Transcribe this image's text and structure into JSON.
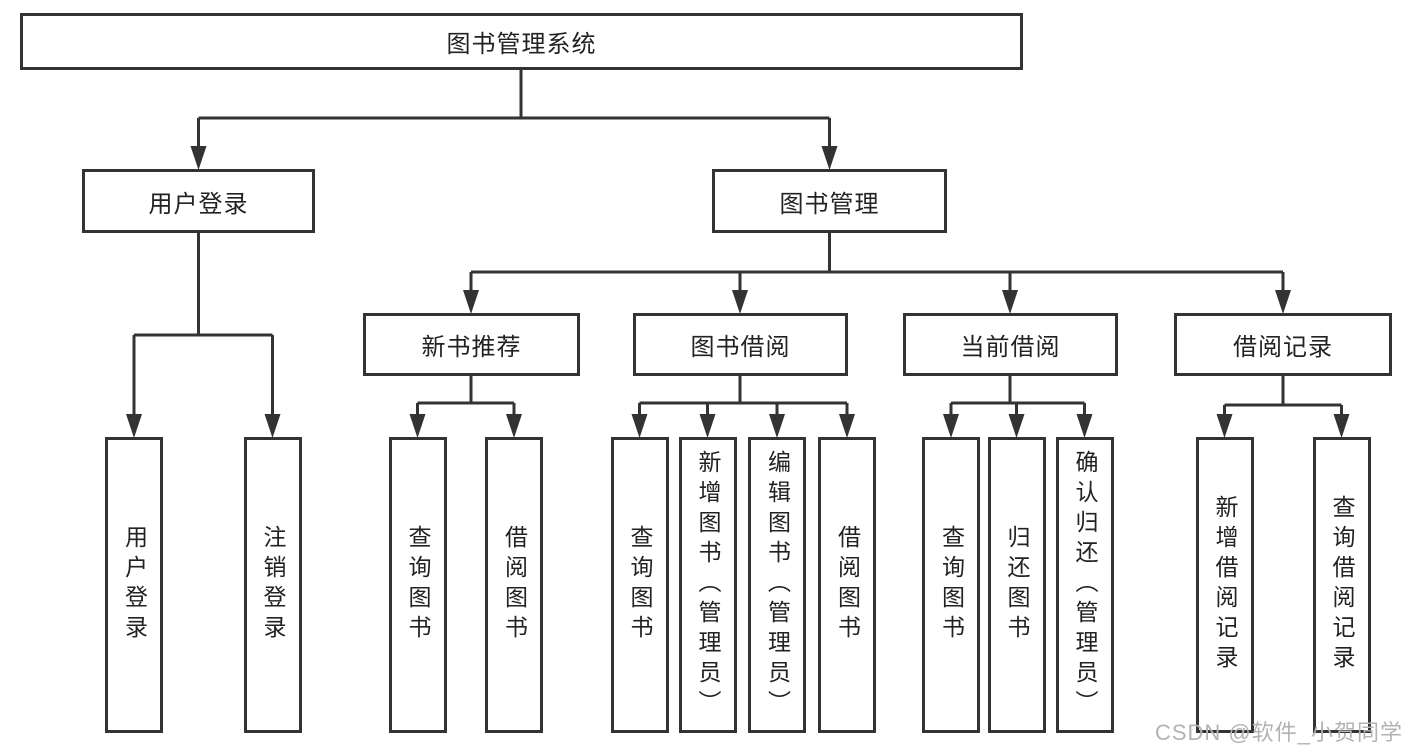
{
  "diagram": {
    "root": {
      "label": "图书管理系统"
    },
    "level2": [
      {
        "label": "用户登录"
      },
      {
        "label": "图书管理"
      }
    ],
    "level3": [
      {
        "label": "新书推荐"
      },
      {
        "label": "图书借阅"
      },
      {
        "label": "当前借阅"
      },
      {
        "label": "借阅记录"
      }
    ],
    "leaves": [
      {
        "label": "用户登录"
      },
      {
        "label": "注销登录"
      },
      {
        "label": "查询图书"
      },
      {
        "label": "借阅图书"
      },
      {
        "label": "查询图书"
      },
      {
        "label": "新增图书（管理员）"
      },
      {
        "label": "编辑图书（管理员）"
      },
      {
        "label": "借阅图书"
      },
      {
        "label": "查询图书"
      },
      {
        "label": "归还图书"
      },
      {
        "label": "确认归还（管理员）"
      },
      {
        "label": "新增借阅记录"
      },
      {
        "label": "查询借阅记录"
      }
    ]
  },
  "colors": {
    "line": "#333333",
    "text": "#222222",
    "watermark": "#b3b3b3",
    "background": "#ffffff"
  },
  "watermark": {
    "text": "CSDN @软件_小贺同学"
  }
}
